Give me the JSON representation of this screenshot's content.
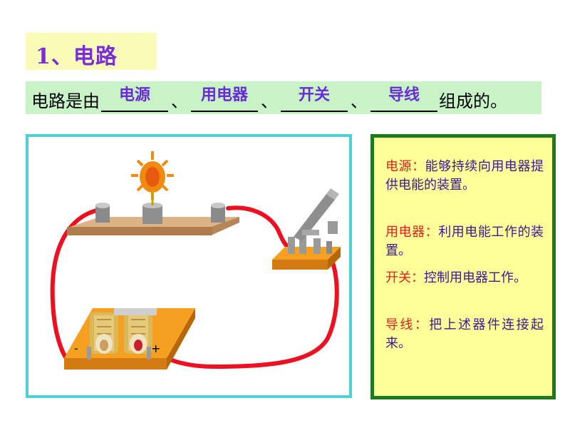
{
  "title": "1、电路",
  "sentence": {
    "prefix": "电路是由",
    "answers": [
      "电源",
      "用电器",
      "开关",
      "导线"
    ],
    "separator": "、",
    "suffix": "组成的。"
  },
  "circuit": {
    "battery_minus": "-",
    "battery_plus": "+",
    "colors": {
      "wire": "#ee1020",
      "board": "#c8905a",
      "base": "#f5a020",
      "frame": "#4fd0d8"
    }
  },
  "definitions": [
    {
      "term": "电源",
      "colon": "：",
      "text": "能够持续向用电器提供电能的装置。"
    },
    {
      "term": "用电器",
      "colon": "：",
      "text": "利用电能工作的装置。"
    },
    {
      "term": "开关",
      "colon": "：",
      "text": "控制用电器工作。"
    },
    {
      "term": "导线",
      "colon": "：",
      "text": "把上述器件连接起来。"
    }
  ]
}
